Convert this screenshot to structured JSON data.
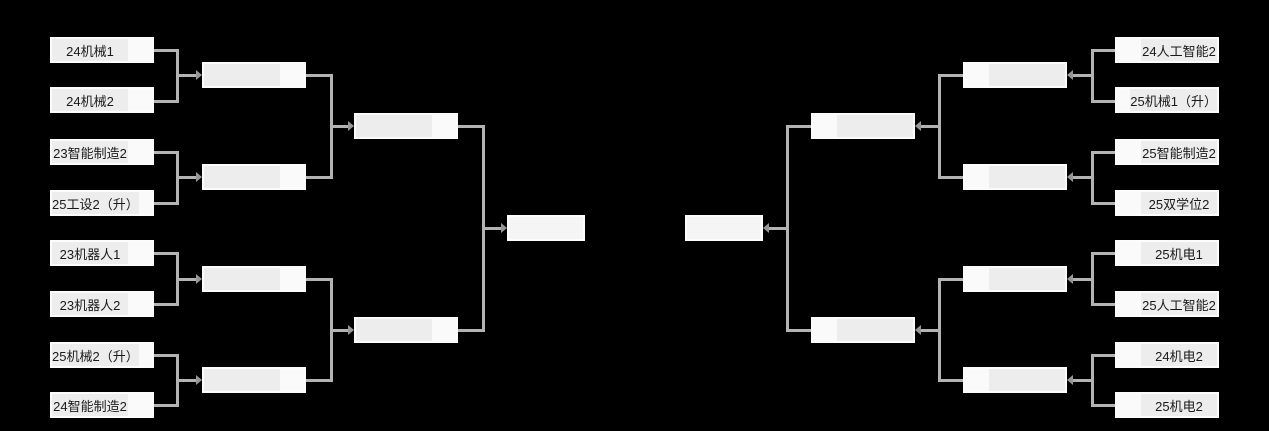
{
  "bracket": {
    "background_color": "#000000",
    "slot_fill_color": "#ededed",
    "slot_score_fill_color": "#fafafa",
    "slot_border_color": "#fcfcfc",
    "final_slot_fill_color": "#f5f5f5",
    "connector_color": "#b3b3b3",
    "arrow_color": "#979797",
    "text_color": "#1a1a1a",
    "left": {
      "teams": [
        "24机械1",
        "24机械2",
        "23智能制造2",
        "25工设2（升）",
        "23机器人1",
        "23机器人2",
        "25机械2（升）",
        "24智能制造2"
      ]
    },
    "right": {
      "teams": [
        "24人工智能2",
        "25机械1（升）",
        "25智能制造2",
        "25双学位2",
        "25机电1",
        "25人工智能2",
        "24机电2",
        "25机电2"
      ]
    }
  }
}
